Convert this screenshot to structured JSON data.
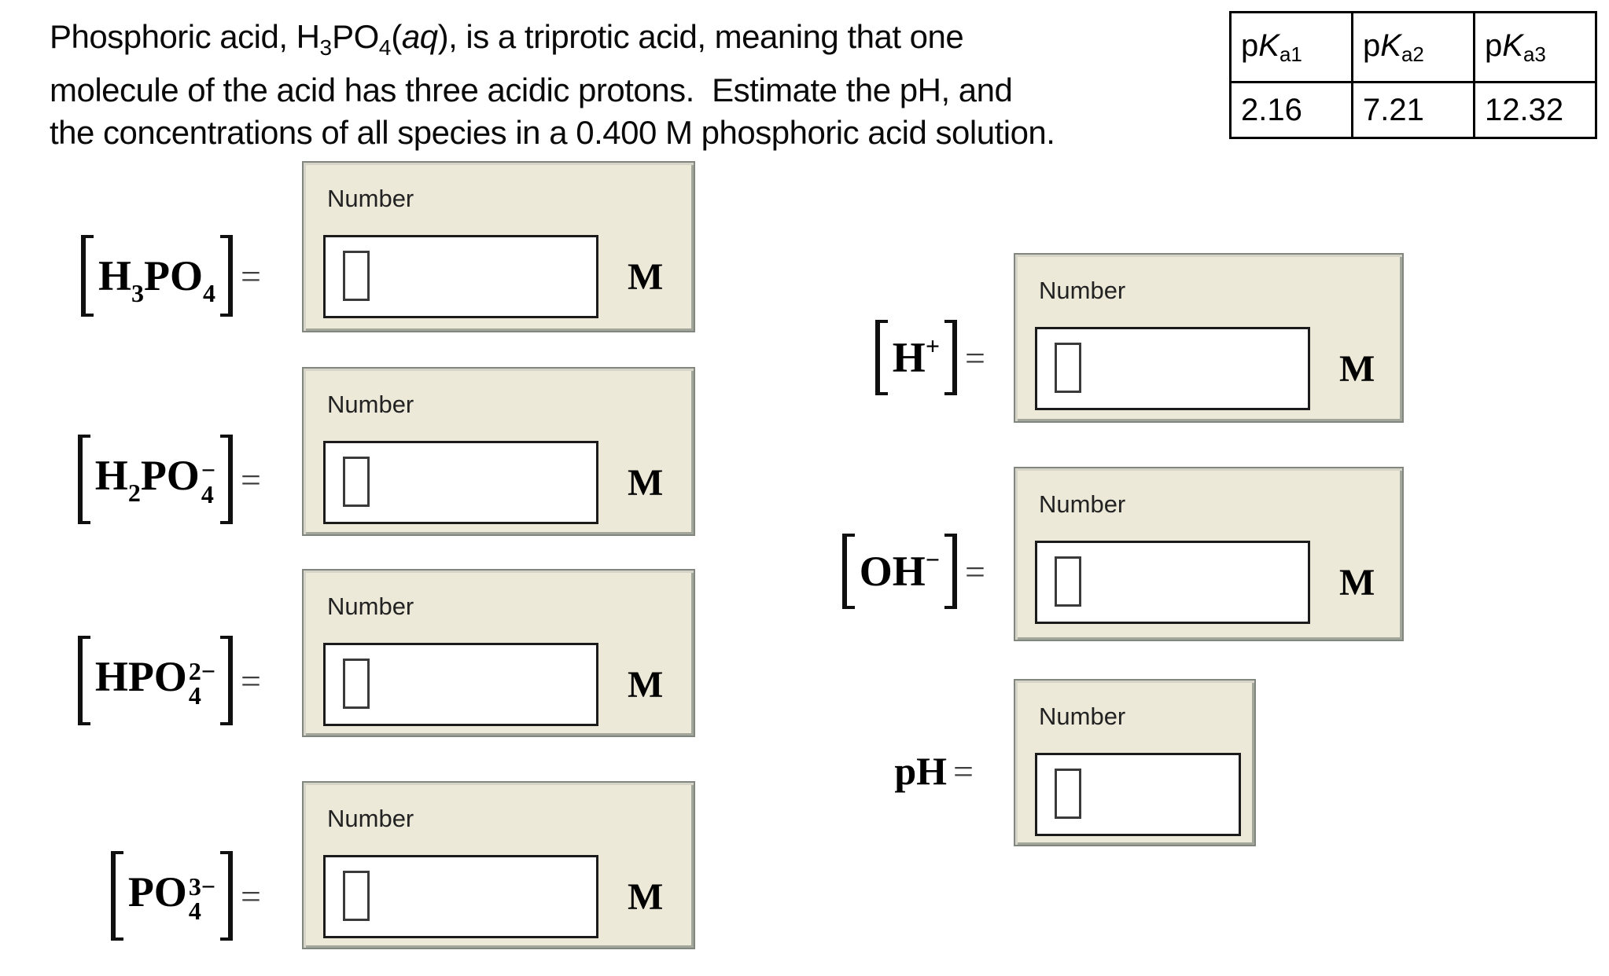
{
  "question": {
    "line1": {
      "a": "Phosphoric acid, H",
      "sub1": "3",
      "b": "PO",
      "sub2": "4",
      "c": "(",
      "i": "aq",
      "d": "), is a triprotic acid, meaning that one"
    },
    "line2": "molecule of the acid has three acidic protons.  Estimate the pH, and",
    "line3": "the concentrations of all species in a 0.400 M phosphoric acid solution."
  },
  "pka_table": {
    "headers": [
      {
        "p": "p",
        "k": "K",
        "sub": "a1"
      },
      {
        "p": "p",
        "k": "K",
        "sub": "a2"
      },
      {
        "p": "p",
        "k": "K",
        "sub": "a3"
      }
    ],
    "values": [
      "2.16",
      "7.21",
      "12.32"
    ]
  },
  "fields": [
    {
      "name": "H3PO4",
      "label": {
        "t1": "H",
        "sub1": "3",
        "t2": "PO",
        "sub2": "4"
      },
      "eq": "=",
      "box_label": "Number",
      "unit": "M"
    },
    {
      "name": "H2PO4-",
      "label": {
        "t1": "H",
        "sub1": "2",
        "t2": "PO",
        "sup": "−",
        "sub2": "4"
      },
      "eq": "=",
      "box_label": "Number",
      "unit": "M"
    },
    {
      "name": "HPO4-2",
      "label": {
        "t1": "HPO",
        "sup": "2−",
        "sub2": "4"
      },
      "eq": "=",
      "box_label": "Number",
      "unit": "M"
    },
    {
      "name": "PO4-3",
      "label": {
        "t1": "PO",
        "sup": "3−",
        "sub2": "4"
      },
      "eq": "=",
      "box_label": "Number",
      "unit": "M"
    },
    {
      "name": "H+",
      "label": {
        "t1": "H",
        "sup": "+"
      },
      "eq": "=",
      "box_label": "Number",
      "unit": "M"
    },
    {
      "name": "OH-",
      "label": {
        "t1": "OH",
        "sup": "−"
      },
      "eq": "=",
      "box_label": "Number",
      "unit": "M"
    },
    {
      "name": "pH",
      "label": {
        "t1": "pH"
      },
      "eq": "=",
      "box_label": "Number",
      "unit": ""
    }
  ],
  "colors": {
    "panel_bg": "#ece9d8",
    "panel_border": "#81867f",
    "bevel_light": "#d6d4c8",
    "bevel_dark": "#a3a69b",
    "input_border": "#1b1b1b",
    "table_border": "#000000"
  }
}
